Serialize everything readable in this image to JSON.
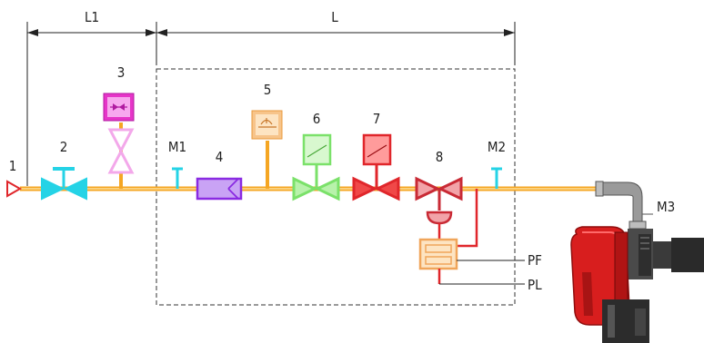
{
  "dimensions": {
    "l1": "L1",
    "l": "L"
  },
  "labels": {
    "inlet": "1",
    "manual_valve": "2",
    "pressure_reducer": "3",
    "gauge_m1": "M1",
    "filter": "4",
    "pressure_switch": "5",
    "valve_6": "6",
    "valve_7": "7",
    "valve_8": "8",
    "gauge_m2": "M2",
    "gauge_m3": "M3",
    "pf": "PF",
    "pl": "PL"
  },
  "colors": {
    "pipe": "#f5a623",
    "pipe_inner": "#ffe9b0",
    "gas_line": "#e0262b",
    "cyan": "#25d3e6",
    "magenta": "#e635c8",
    "pink": "#f3a8ea",
    "purple": "#8a2be2",
    "peach": "#f7c48a",
    "green": "#7be16a",
    "red": "#e0262b",
    "dark_red": "#c92a35",
    "burner_red": "#d81e1e",
    "gray": "#8a8a8a"
  }
}
